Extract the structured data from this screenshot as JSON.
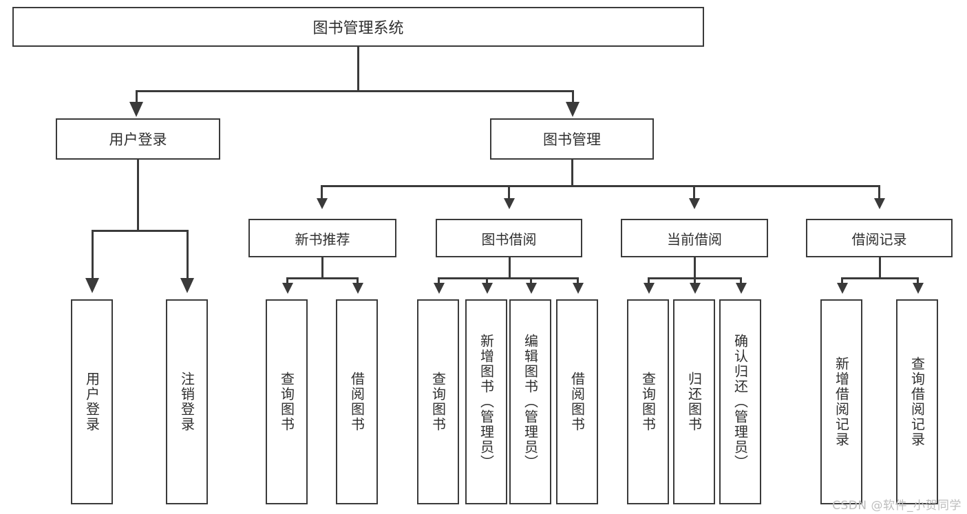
{
  "diagram": {
    "title": "图书管理系统",
    "type": "tree",
    "watermark": "CSDN @软件_小贺同学",
    "colors": {
      "stroke": "#3a3a3a",
      "text": "#2f2f2f",
      "background": "#ffffff",
      "watermark": "#bdbdbd"
    },
    "root": {
      "label": "图书管理系统"
    },
    "level1": [
      {
        "label": "用户登录"
      },
      {
        "label": "图书管理"
      }
    ],
    "level2": [
      {
        "label": "新书推荐"
      },
      {
        "label": "图书借阅"
      },
      {
        "label": "当前借阅"
      },
      {
        "label": "借阅记录"
      }
    ],
    "leaves": {
      "user_login": [
        {
          "label": "用户登录"
        },
        {
          "label": "注销登录"
        }
      ],
      "new_book_recommend": [
        {
          "label": "查询图书"
        },
        {
          "label": "借阅图书"
        }
      ],
      "book_borrow": [
        {
          "label": "查询图书"
        },
        {
          "label": "新增图书（管理员）"
        },
        {
          "label": "编辑图书（管理员）"
        },
        {
          "label": "借阅图书"
        }
      ],
      "current_borrow": [
        {
          "label": "查询图书"
        },
        {
          "label": "归还图书"
        },
        {
          "label": "确认归还（管理员）"
        }
      ],
      "borrow_record": [
        {
          "label": "新增借阅记录"
        },
        {
          "label": "查询借阅记录"
        }
      ]
    }
  }
}
